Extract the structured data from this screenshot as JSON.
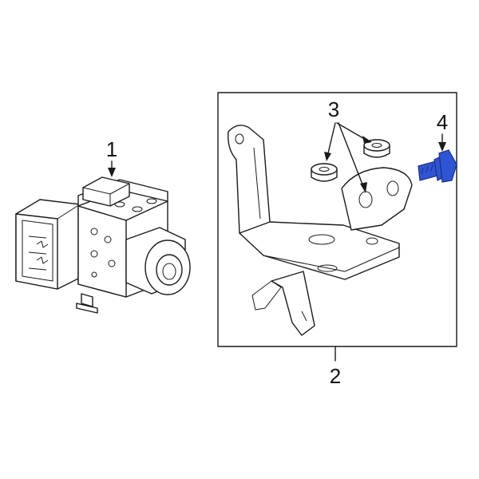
{
  "callouts": {
    "part1": "1",
    "part2": "2",
    "part3": "3",
    "part4": "4"
  },
  "highlight_color": "#2f55d4",
  "line_color": "#1a1a1a"
}
